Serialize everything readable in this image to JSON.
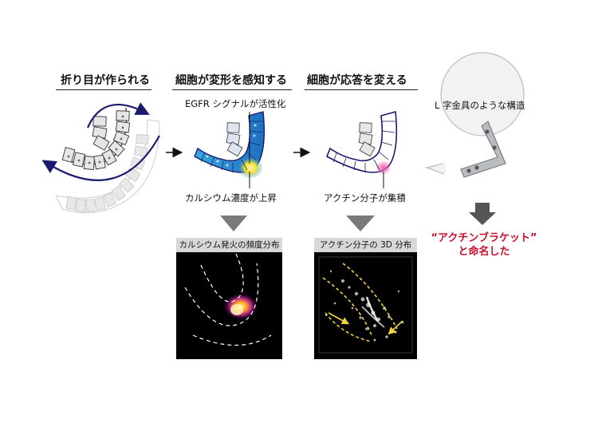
{
  "steps": [
    {
      "title": "折り目が作られる"
    },
    {
      "title": "細胞が変形を感知する"
    },
    {
      "title": "細胞が応答を変える"
    }
  ],
  "labels": {
    "egfr": "EGFR シグナルが活性化",
    "calcium_rise": "カルシウム濃度が上昇",
    "actin_accum": "アクチン分子が集積",
    "l_bracket": "L 字金具のような構造"
  },
  "panels": {
    "calcium_header": "カルシウム発火の頻度分布",
    "actin_header": "アクチン分子の 3D 分布"
  },
  "naming": {
    "line1": "“アクチンブラケット”",
    "line2": "と命名した"
  },
  "colors": {
    "epithelium_outline": "#1a1a6e",
    "arrow_blue": "#1a1a6e",
    "calcium_blue": "#1e8fd0",
    "egfr_yellow": "#f5e23a",
    "actin_pink": "#e8388a",
    "naming_red": "#c8102e",
    "gray_arrow": "#7a7a7a"
  }
}
